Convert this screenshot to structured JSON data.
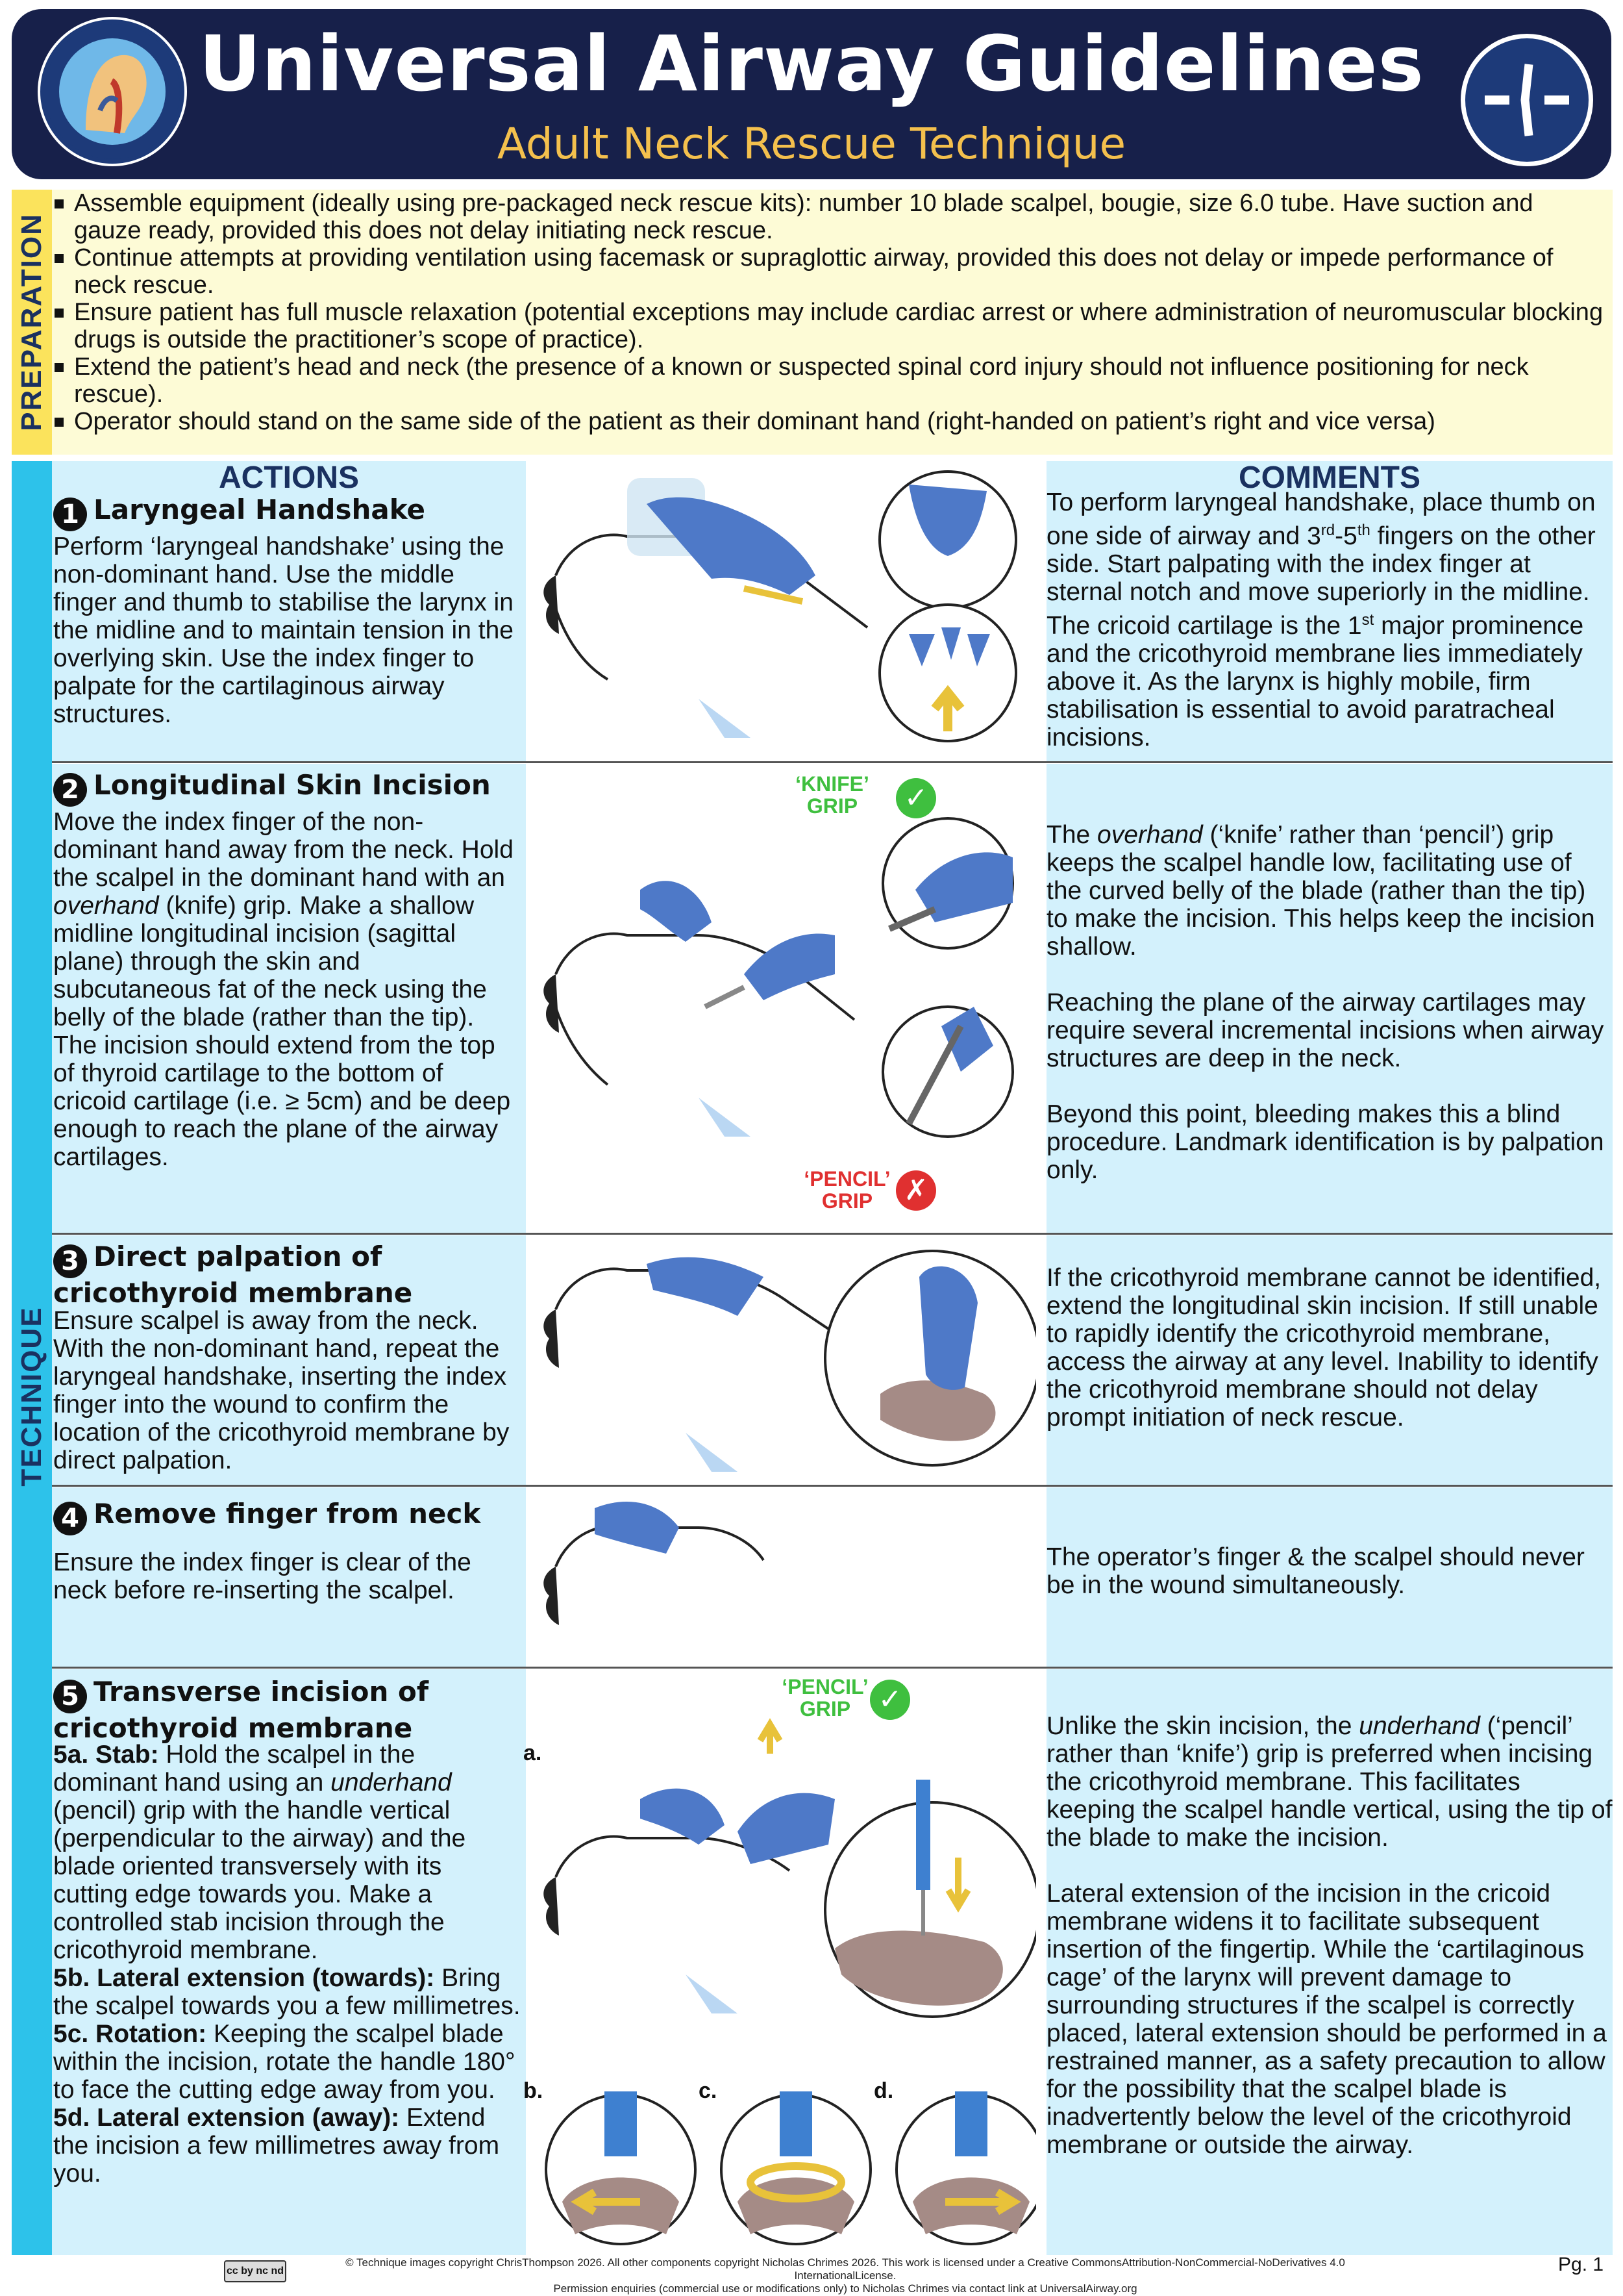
{
  "header": {
    "title": "Universal Airway Guidelines",
    "subtitle": "Adult Neck Rescue Technique",
    "logo_left_icon": "project-for-universal-management-of-airways-logo",
    "logo_right_icon": "neck-rescue-emblem"
  },
  "preparation": {
    "label": "PREPARATION",
    "items": [
      "Assemble equipment (ideally using pre-packaged neck rescue kits): number 10 blade scalpel, bougie, size 6.0 tube. Have suction and gauze ready, provided this does not delay initiating neck rescue.",
      "Continue attempts at providing ventilation using facemask or supraglottic airway, provided this does not delay or impede performance of neck rescue.",
      "Ensure patient has full muscle relaxation (potential exceptions may include cardiac arrest or where administration of neuromuscular blocking drugs is outside the practitioner’s scope of practice).",
      "Extend the patient’s head and neck (the presence of a known or suspected spinal cord injury should not influence positioning for neck rescue).",
      "Operator should stand on the same side of the patient as their dominant hand (right-handed on patient’s right and vice versa)"
    ]
  },
  "technique": {
    "label": "TECHNIQUE",
    "actions_heading": "ACTIONS",
    "comments_heading": "COMMENTS",
    "steps": [
      {
        "number": "1",
        "title": "Laryngeal Handshake",
        "action": "Perform ‘laryngeal handshake’ using the non-dominant hand. Use the middle finger and thumb to stabilise the larynx in the midline and to maintain tension in the overlying skin. Use the index finger to palpate for the cartilaginous airway structures.",
        "comment": "To perform laryngeal handshake, place thumb on one side of airway and 3rd-5th fingers on the other side. Start palpating with the index finger at sternal notch and move superiorly in the midline. The cricoid cartilage is the 1st major prominence and the cricothyroid membrane lies immediately above it. As the larynx is highly mobile, firm stabilisation is essential to avoid paratracheal incisions."
      },
      {
        "number": "2",
        "title": "Longitudinal Skin Incision",
        "action_parts": [
          "Move the index finger of the non-dominant hand away from the neck. Hold the scalpel in the dominant hand with an ",
          "overhand",
          " (knife) grip. Make a shallow midline longitudinal incision (sagittal plane) through the skin and subcutaneous fat of the neck using the belly of the blade (rather than the tip). The incision should extend from the top of thyroid cartilage to the bottom of cricoid cartilage (i.e. ≥ 5cm) and be deep enough to reach the plane of the airway cartilages."
        ],
        "comment_p1_parts": [
          "The ",
          "overhand",
          " (‘knife’ rather than ‘pencil’) grip keeps the scalpel handle low, facilitating use of the curved belly of the blade (rather than the tip) to make the incision. This helps keep the incision shallow."
        ],
        "comment_p2": "Reaching the plane of the airway cartilages may require several incremental incisions when airway structures are deep in the neck.",
        "comment_p3": "Beyond this point, bleeding makes this a blind procedure. Landmark identification is by palpation only.",
        "knife_grip_label": "‘KNIFE’ GRIP",
        "pencil_grip_label": "‘PENCIL’ GRIP"
      },
      {
        "number": "3",
        "title": "Direct palpation of cricothyroid membrane",
        "action": "Ensure scalpel is away from the neck. With the non-dominant hand, repeat the laryngeal handshake, inserting the index finger into the wound to confirm the location of the cricothyroid membrane by direct palpation.",
        "comment": "If the cricothyroid membrane cannot be identified, extend the longitudinal skin incision. If still unable to rapidly identify the cricothyroid membrane, access the airway at any level. Inability to identify the cricothyroid membrane should not delay prompt initiation of neck rescue."
      },
      {
        "number": "4",
        "title": "Remove finger from neck",
        "action": "Ensure the index finger is clear of the neck before re-inserting the scalpel.",
        "comment": "The operator’s finger & the scalpel should never be in the wound simultaneously."
      },
      {
        "number": "5",
        "title": "Transverse incision of cricothyroid membrane",
        "sub_5a_label": "5a. Stab:",
        "sub_5a_parts": [
          " Hold the scalpel in the dominant hand using an ",
          "underhand",
          " (pencil) grip with the handle vertical (perpendicular to the airway) and the blade oriented transversely with its cutting edge towards you. Make a controlled stab incision through the cricothyroid membrane."
        ],
        "sub_5b_label": "5b. Lateral extension (towards):",
        "sub_5b_text": "Bring the scalpel towards you a few millimetres.",
        "sub_5c_label": "5c. Rotation:",
        "sub_5c_text": " Keeping the scalpel blade within the incision, rotate the handle 180° to face the cutting edge away from you.",
        "sub_5d_label": "5d. Lateral extension (away):",
        "sub_5d_text": " Extend the incision a few millimetres away from you.",
        "comment_p1_parts": [
          "Unlike the skin incision, the ",
          "underhand",
          " (‘pencil’ rather than ‘knife’) grip is preferred when incising the cricothyroid membrane. This facilitates keeping the scalpel handle vertical, using the tip of the blade to make the incision."
        ],
        "comment_p2": "Lateral extension of the incision in the cricoid membrane widens it to facilitate subsequent insertion of the fingertip. While the ‘cartilaginous cage’ of the larynx will prevent damage to surrounding structures if the scalpel is correctly placed, lateral extension should be performed in a restrained manner, as a safety precaution to allow for the possibility that the scalpel blade is inadvertently below the level of the cricothyroid membrane or outside the airway.",
        "pencil_grip_label": "‘PENCIL’ GRIP",
        "panel_a": "a.",
        "panel_b": "b.",
        "panel_c": "c.",
        "panel_d": "d."
      }
    ]
  },
  "footer": {
    "license_badge": "cc by nc nd",
    "line1": "© Technique images copyright ChrisThompson 2026. All other components copyright Nicholas Chrimes 2026. This work is licensed under a Creative CommonsAttribution-NonCommercial-NoDerivatives 4.0 InternationalLicense.",
    "line2": "Permission enquiries (commercial use or modifications only) to Nicholas Chrimes via contact link at UniversalAirway.org",
    "page": "Pg. 1"
  },
  "colors": {
    "header_bg": "#17204a",
    "title": "#ffffff",
    "subtitle": "#f4c04d",
    "prep_bg": "#fdfbd6",
    "prep_tab": "#fbe35c",
    "tech_tab": "#2dc2ea",
    "panel_bg": "#d3f1fc",
    "glove_blue": "#4e79c8",
    "correct_green": "#3fbf3f",
    "wrong_red": "#e03030"
  }
}
